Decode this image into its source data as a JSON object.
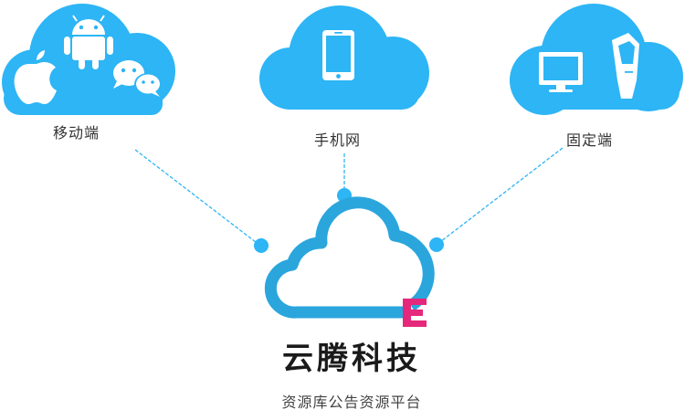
{
  "nodes": {
    "mobile": {
      "label": "移动端",
      "icons": [
        "apple-icon",
        "android-icon",
        "wechat-icon"
      ]
    },
    "phone_web": {
      "label": "手机网",
      "icons": [
        "smartphone-icon"
      ]
    },
    "fixed": {
      "label": "固定端",
      "icons": [
        "monitor-icon",
        "kiosk-icon"
      ]
    }
  },
  "brand": {
    "name": "云腾科技",
    "tagline": "资源库公告资源平台",
    "logo_letter": "E"
  },
  "colors": {
    "cloud": "#2DB5F5",
    "icon": "#ffffff",
    "connector": "#2DB5F5",
    "logo_cloud": "#2AA6DD",
    "logo_accent": "#E5287B",
    "text": "#333333"
  }
}
